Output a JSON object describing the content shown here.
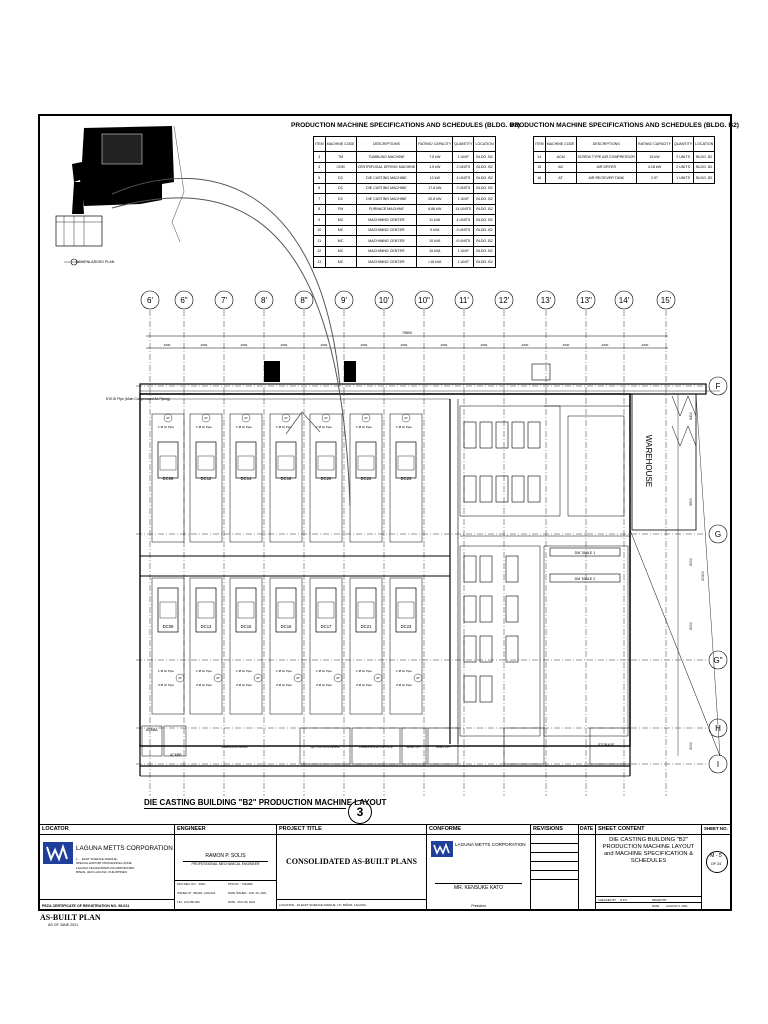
{
  "schedule_left": {
    "title": "PRODUCTION MACHINE SPECIFICATIONS AND SCHEDULES (BLDG. B2)",
    "columns": [
      "ITEM",
      "MACHINE CODE",
      "DESCRIPTIONS",
      "RATING/ CAPACITY",
      "QUANTITY",
      "LOCATION"
    ],
    "rows": [
      [
        "3",
        "TM",
        "TUMBLING MACHINE",
        "7.5 kW",
        "1 UNIT",
        "BLDG. B2"
      ],
      [
        "4",
        "CDM",
        "CENTRIFUGAL DRYING MACHINE",
        "1.5 kW",
        "2 UNITS",
        "BLDG. B2"
      ],
      [
        "5",
        "DC",
        "DIE CASTING MACHINE",
        "12 kW",
        "4 UNITS",
        "BLDG. B2"
      ],
      [
        "6",
        "DC",
        "DIE CASTING MACHINE",
        "17.8 kW",
        "2 UNITS",
        "BLDG. B2"
      ],
      [
        "7",
        "DC",
        "DIE CASTING MACHINE",
        "20.8 kW",
        "1 UNIT",
        "BLDG. B2"
      ],
      [
        "8",
        "FM",
        "FURNACE MACHINE",
        "6.86 kW",
        "14 UNITS",
        "BLDG. B2"
      ],
      [
        "9",
        "MC",
        "MACHINING CENTER",
        "11 kVA",
        "4 UNITS",
        "BLDG. B2"
      ],
      [
        "10",
        "MC",
        "MACHINING CENTER",
        "9 kVA",
        "3 UNITS",
        "BLDG. B2"
      ],
      [
        "11",
        "MC",
        "MACHINING CENTER",
        "10 kVA",
        "6 UNITS",
        "BLDG. B2"
      ],
      [
        "12",
        "MC",
        "MACHINING CENTER",
        "15 kVA",
        "1 UNIT",
        "BLDG. B2"
      ],
      [
        "13",
        "MC",
        "MACHINING CENTER",
        "≈16 kVA",
        "1 UNIT",
        "BLDG. B2"
      ]
    ]
  },
  "schedule_right": {
    "title": "PRODUCTION MACHINE SPECIFICATIONS AND SCHEDULES (BLDG. B2)",
    "columns": [
      "ITEM",
      "MACHINE CODE",
      "DESCRIPTIONS",
      "RATING/ CAPACITY",
      "QUANTITY",
      "LOCATION"
    ],
    "rows": [
      [
        "14",
        "ACM",
        "SCREW TYPE AIR COMPRESSOR",
        "15 kW",
        "2 UNITS",
        "BLDG. B2"
      ],
      [
        "15",
        "AD",
        "AIR DRYER",
        "4.18 kW",
        "2 UNITS",
        "BLDG. B2"
      ],
      [
        "16",
        "AT",
        "AIR RECEIVER TANK",
        "2.97",
        "1 UNITS",
        "BLDG. B2"
      ]
    ]
  },
  "key_plan_label": "KEY/ENLARGED PLAN",
  "grid_columns": [
    "6'",
    "6\"",
    "7'",
    "8'",
    "8\"",
    "9'",
    "10'",
    "10\"",
    "11'",
    "12'",
    "13'",
    "13\"",
    "14'",
    "15'"
  ],
  "grid_rows": [
    "F",
    "G",
    "G\"",
    "H",
    "I"
  ],
  "dims": {
    "overall": "75800",
    "right_total": "20300",
    "right_segments": [
      "6400",
      "5500",
      "6000",
      "6000",
      "3000"
    ]
  },
  "plan_labels": {
    "pipe_note": "8\"Ø GI Pipe (Main Compressed Air Piping)",
    "pipe_half": "1\"Ø GI Pipe",
    "pipe_quarter": "3\"Ø GI Pipe",
    "at_tag": "AT",
    "warehouse": "WAREHOUSE",
    "dm_table_1": "DM TABLE 1",
    "dm_table_2": "DM TABLE 2",
    "tumbling_area": "TUMBLING AREA",
    "qc_area": "QC PATROL AREA",
    "deburring": "DEBURRING OFFICE",
    "mnd": "MND S.P.",
    "mnd_cr": "MND CR",
    "storage": "STORAGE",
    "acm": "ACM8A",
    "acm2": "ACM8B",
    "dc_top": [
      "DC08",
      "DC12",
      "DC14",
      "DC18",
      "DC20",
      "DC22",
      "DC23"
    ],
    "dc_bottom": [
      "DC09",
      "DC13",
      "DC15",
      "DC16",
      "DC17",
      "DC21",
      "DC23"
    ]
  },
  "drawing_title": "DIE CASTING BUILDING \"B2\" PRODUCTION MACHINE LAYOUT",
  "drawing_number": "3",
  "title_block": {
    "locator": "LOCATOR",
    "company": "LAGUNA METTS CORPORATION",
    "company_addr": [
      "1 ... EAST SCIENCE AVENUE,",
      "SPECIAL EXPORT PROCESSING ZONE",
      "LAGUNA TECHNOPARK INCORPORATED",
      "BINAN, 4024 LAGUNA, PHILIPPINES"
    ],
    "peza": "PEZA CERTIFICATE OF REGISTRATION NO. 98-011",
    "engineer_hdr": "ENGINEER",
    "engineer_name": "RAMON P. SOLIS",
    "engineer_title": "PROFESSIONAL MECHANICAL ENGINEER",
    "eng_fields": [
      [
        "PRC REG. NO. :",
        "0026..."
      ],
      [
        "PTR NO. :",
        "7344996"
      ],
      [
        "ISSUED AT :",
        "BINAN, LAGUNA"
      ],
      [
        "DATE ISSUED :",
        "JAN. 09, 2021"
      ],
      [
        "TIN :",
        "123-456-000"
      ],
      [
        "DATE :",
        "AUG 06, 2021"
      ]
    ],
    "project_hdr": "PROJECT TITLE",
    "project_title": "CONSOLIDATED AS-BUILT PLANS",
    "location": "LOCATION : 16 EAST SCIENCE AVENUE, LTI, BIÑAN, LAGUNA",
    "conforme_hdr": "CONFORME",
    "conforme_company": "LAGUNA METTS CORPORATION",
    "conforme_name": "MR. KENSUKE KATO",
    "conforme_title": "President",
    "revisions_hdr": "REVISIONS",
    "date_hdr": "DATE",
    "sheet_content_hdr": "SHEET CONTENT",
    "sheet_content": "DIE CASTING BUILDING \"B2\" PRODUCTION MACHINE LAYOUT and MACHINE SPECIFICATION & SCHEDULES",
    "checked_by": "CHECKED BY",
    "drawn_by": "DRAWN BY",
    "checked_val": "R.P.S.",
    "date_lbl": "DATE",
    "date_val": "AUGUST 6, 2021",
    "sheet_no_hdr": "SHEET NO.",
    "sheet_no": "M - 5",
    "sheet_of": "OF 24"
  },
  "footer": {
    "as_built": "AS-BUILT PLAN",
    "as_of": "AS OF JUNE 2021"
  }
}
